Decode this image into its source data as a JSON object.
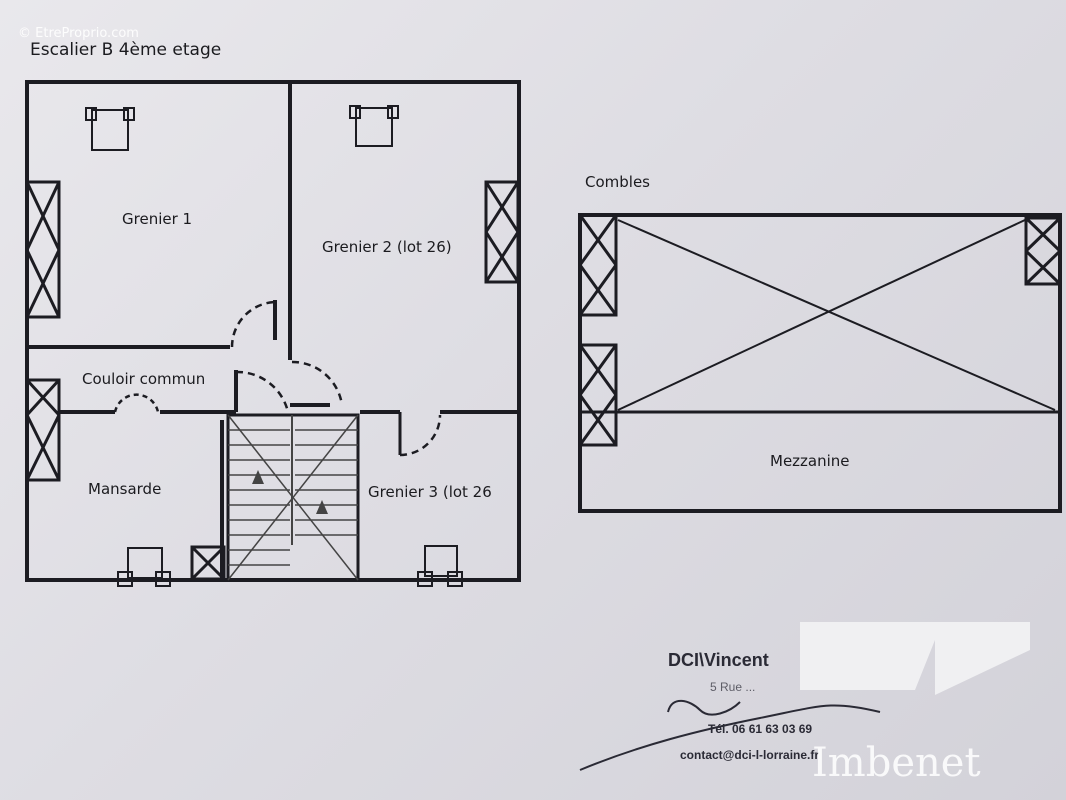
{
  "watermark_top": "© EtreProprio.com",
  "floor_title": "Escalier B   4ème etage",
  "rooms": {
    "grenier1": "Grenier 1",
    "grenier2": "Grenier 2 (lot 26)",
    "couloir": "Couloir commun",
    "mansarde": "Mansarde",
    "grenier3": "Grenier 3 (lot 26",
    "combles": "Combles",
    "mezzanine": "Mezzanine"
  },
  "stamp": {
    "company": "DCI\\Vincent",
    "address": "5 Rue ...",
    "tel": "Tél. 06 61 63 03 69",
    "email": "contact@dci-l-lorraine.fr"
  },
  "watermark_brand": "Imbenet",
  "colors": {
    "line": "#1c1c22",
    "paper": "#e4e3e8",
    "watermark": "#ffffff"
  }
}
